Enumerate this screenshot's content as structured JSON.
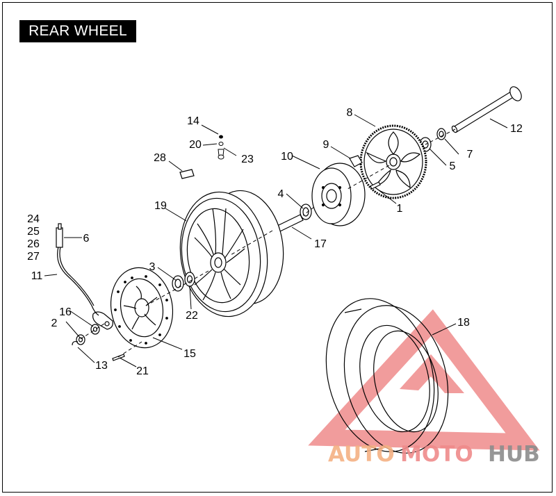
{
  "title": "REAR WHEEL",
  "parts": [
    {
      "id": "1",
      "label": "1"
    },
    {
      "id": "2",
      "label": "2"
    },
    {
      "id": "3",
      "label": "3"
    },
    {
      "id": "4",
      "label": "4"
    },
    {
      "id": "5",
      "label": "5"
    },
    {
      "id": "6",
      "label": "6"
    },
    {
      "id": "7",
      "label": "7"
    },
    {
      "id": "8",
      "label": "8"
    },
    {
      "id": "9",
      "label": "9"
    },
    {
      "id": "10",
      "label": "10"
    },
    {
      "id": "11",
      "label": "11"
    },
    {
      "id": "12",
      "label": "12"
    },
    {
      "id": "13",
      "label": "13"
    },
    {
      "id": "14",
      "label": "14"
    },
    {
      "id": "15",
      "label": "15"
    },
    {
      "id": "16",
      "label": "16"
    },
    {
      "id": "17",
      "label": "17"
    },
    {
      "id": "18",
      "label": "18"
    },
    {
      "id": "19",
      "label": "19"
    },
    {
      "id": "20",
      "label": "20"
    },
    {
      "id": "21",
      "label": "21"
    },
    {
      "id": "22",
      "label": "22"
    },
    {
      "id": "23",
      "label": "23"
    },
    {
      "id": "24",
      "label": "24"
    },
    {
      "id": "25",
      "label": "25"
    },
    {
      "id": "26",
      "label": "26"
    },
    {
      "id": "27",
      "label": "27"
    },
    {
      "id": "28",
      "label": "28"
    }
  ],
  "watermark": {
    "part1": "AUTO",
    "part2": "MOTO",
    "part3": "HUB",
    "color_orange": "#f4b183",
    "color_red": "#ef8b8b",
    "color_gray": "#8c8c8c"
  }
}
